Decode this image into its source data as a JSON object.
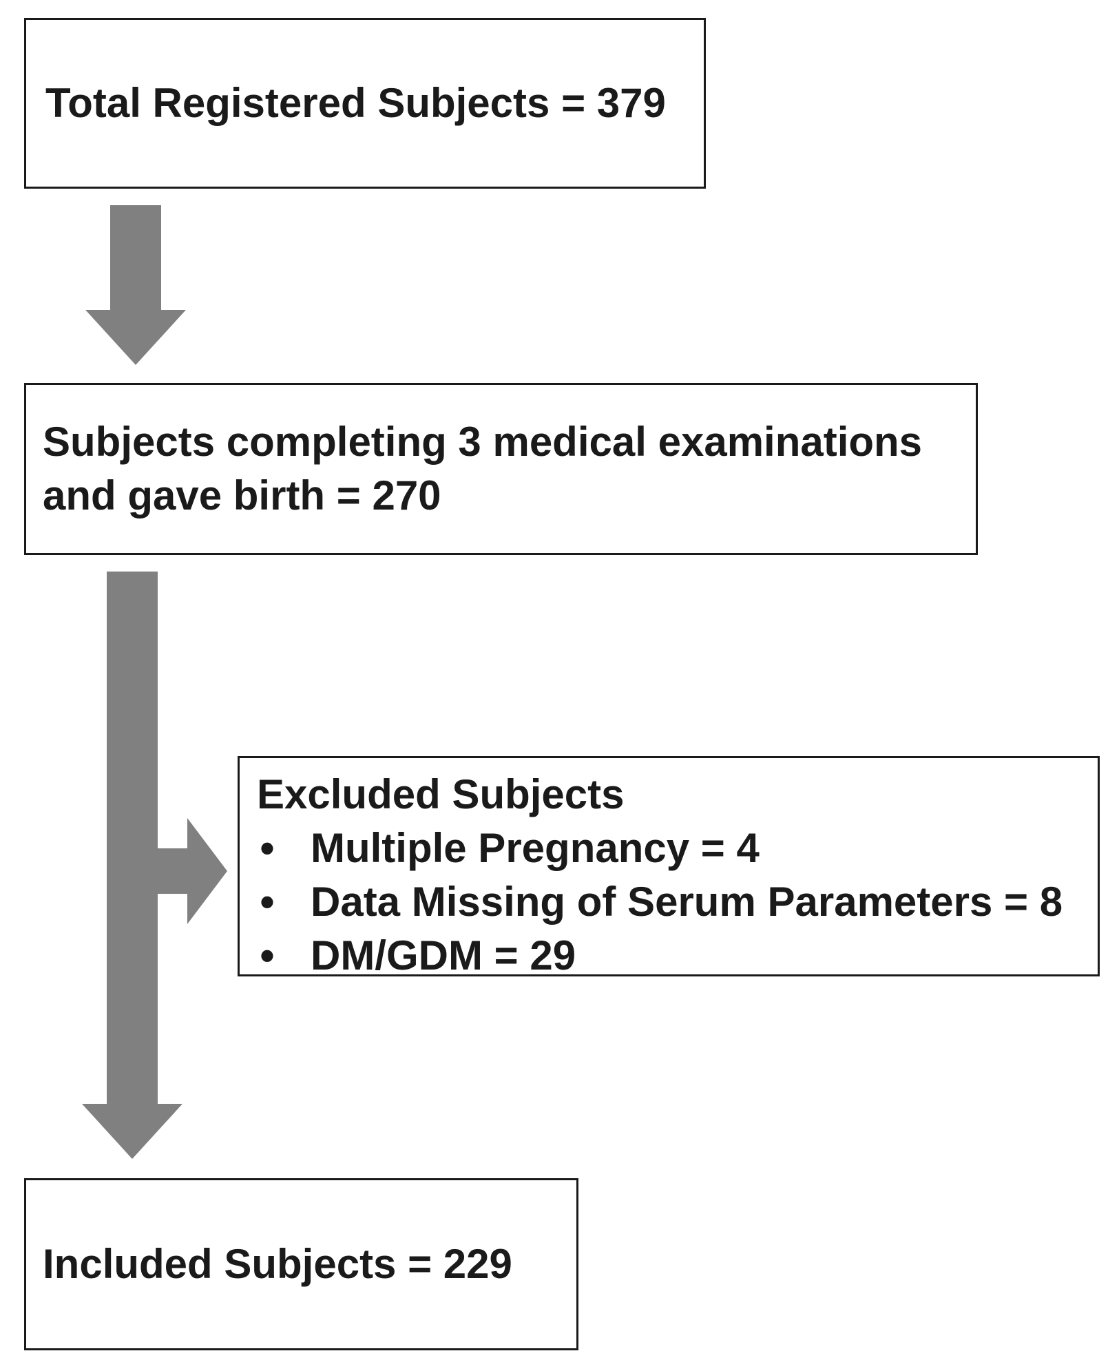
{
  "flow": {
    "total_registered": "Total Registered Subjects = 379",
    "completing": "Subjects completing 3 medical examinations and gave birth = 270",
    "excluded": {
      "title": "Excluded Subjects",
      "bullet": "•",
      "items": [
        "Multiple Pregnancy = 4",
        "Data Missing of Serum Parameters = 8",
        "DM/GDM = 29"
      ]
    },
    "included": "Included Subjects = 229"
  },
  "colors": {
    "arrow": "#808080",
    "border": "#1a1a1a",
    "text": "#1a1a1a"
  }
}
